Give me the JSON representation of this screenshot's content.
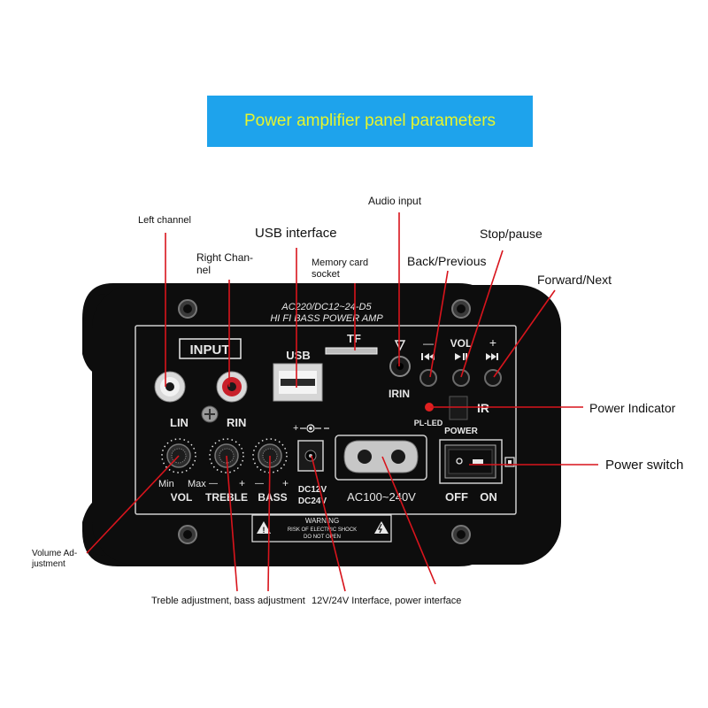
{
  "banner": {
    "title": "Power amplifier panel parameters"
  },
  "callouts": {
    "left_channel": "Left channel",
    "usb_interface": "USB interface",
    "audio_input": "Audio input",
    "stop_pause": "Stop/pause",
    "right_channel": "Right Chan-\nnel",
    "memory_card": "Memory card\nsocket",
    "back_previous": "Back/Previous",
    "forward_next": "Forward/Next",
    "power_indicator": "Power Indicator",
    "power_switch": "Power switch",
    "volume_adjustment": "Volume Ad-\njustment",
    "treble_bass": "Treble adjustment, bass adjustment",
    "power_interface": "12V/24V Interface, power interface"
  },
  "panel": {
    "model_line1": "AC220/DC12~24-D5",
    "model_line2": "HI FI BASS POWER AMP",
    "input_label": "INPUT",
    "lin": "LIN",
    "rin": "RIN",
    "usb": "USB",
    "tf": "TF",
    "irin": "IRIN",
    "vol_minus": "—",
    "vol_label": "VOL",
    "vol_plus": "+",
    "ir": "IR",
    "pl_led": "PL-LED",
    "power": "POWER",
    "knob_min": "Min",
    "knob_max": "Max",
    "minus1": "—",
    "plus1": "+",
    "minus2": "—",
    "plus2": "+",
    "vol": "VOL",
    "treble": "TREBLE",
    "bass": "BASS",
    "dc12v": "DC12V",
    "dc24v": "DC24V",
    "ac_range": "AC100~240V",
    "off": "OFF",
    "on": "ON",
    "warning_title": "WARNING",
    "warning_line1": "RISK OF ELECTRIC SHOCK",
    "warning_line2": "DO NOT OPEN",
    "colors": {
      "body": "#0d0d0d",
      "silk": "#e8e8e8",
      "rca_red": "#c8202a",
      "led": "#e02020",
      "callout_line": "#d8141c"
    }
  }
}
